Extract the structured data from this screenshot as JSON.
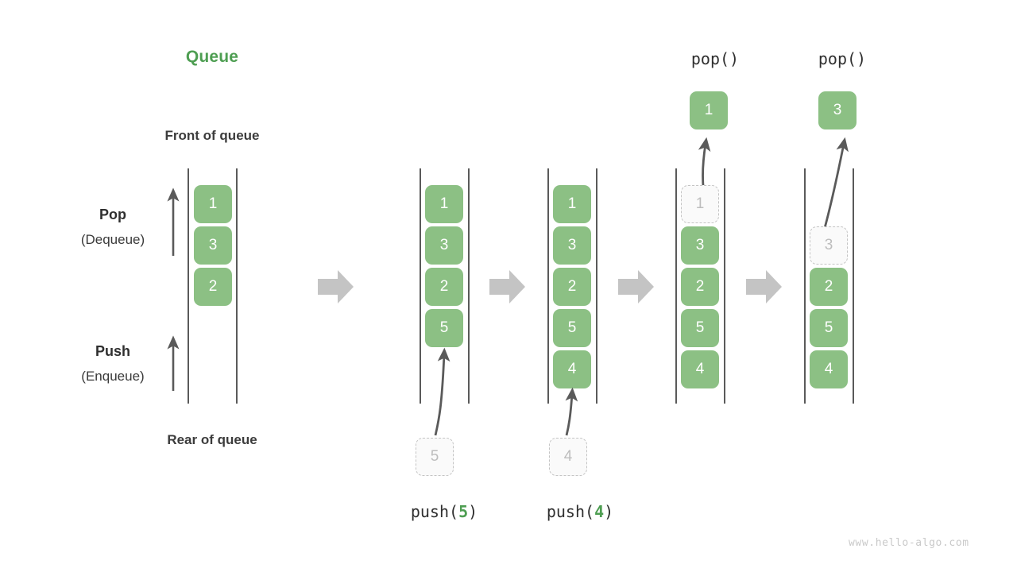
{
  "diagram": {
    "title": "Queue",
    "front_label": "Front of queue",
    "rear_label": "Rear of queue",
    "watermark": "www.hello-algo.com",
    "accent_green": "#8cc084",
    "title_green": "#4e9e52",
    "ghost_gray": "#bdbdbd",
    "arrow_gray": "#c4c4c4"
  },
  "side_labels": {
    "pop": {
      "strong": "Pop",
      "weak": "(Dequeue)"
    },
    "push": {
      "strong": "Push",
      "weak": "(Enqueue)"
    }
  },
  "stages": [
    {
      "id": "initial",
      "caption": "",
      "top_label": "",
      "cells": [
        {
          "value": "1",
          "state": "filled"
        },
        {
          "value": "3",
          "state": "filled"
        },
        {
          "value": "2",
          "state": "filled"
        }
      ],
      "incoming": null,
      "popped": null
    },
    {
      "id": "push-5",
      "caption": "push(5)",
      "caption_fn": "push",
      "caption_arg": "5",
      "top_label": "",
      "cells": [
        {
          "value": "1",
          "state": "filled"
        },
        {
          "value": "3",
          "state": "filled"
        },
        {
          "value": "2",
          "state": "filled"
        },
        {
          "value": "5",
          "state": "filled"
        }
      ],
      "incoming": {
        "value": "5",
        "state": "ghost"
      },
      "popped": null
    },
    {
      "id": "push-4",
      "caption": "push(4)",
      "caption_fn": "push",
      "caption_arg": "4",
      "top_label": "",
      "cells": [
        {
          "value": "1",
          "state": "filled"
        },
        {
          "value": "3",
          "state": "filled"
        },
        {
          "value": "2",
          "state": "filled"
        },
        {
          "value": "5",
          "state": "filled"
        },
        {
          "value": "4",
          "state": "filled"
        }
      ],
      "incoming": {
        "value": "4",
        "state": "ghost"
      },
      "popped": null
    },
    {
      "id": "pop-1",
      "caption": "",
      "top_label": "pop()",
      "cells": [
        {
          "value": "1",
          "state": "ghost"
        },
        {
          "value": "3",
          "state": "filled"
        },
        {
          "value": "2",
          "state": "filled"
        },
        {
          "value": "5",
          "state": "filled"
        },
        {
          "value": "4",
          "state": "filled"
        }
      ],
      "incoming": null,
      "popped": {
        "value": "1",
        "state": "filled"
      }
    },
    {
      "id": "pop-3",
      "caption": "",
      "top_label": "pop()",
      "cells": [
        {
          "value": "",
          "state": "empty"
        },
        {
          "value": "3",
          "state": "ghost"
        },
        {
          "value": "2",
          "state": "filled"
        },
        {
          "value": "5",
          "state": "filled"
        },
        {
          "value": "4",
          "state": "filled"
        }
      ],
      "incoming": null,
      "popped": {
        "value": "3",
        "state": "filled"
      }
    }
  ],
  "flow_arrows": [
    {
      "name": "flow-arrow-1"
    },
    {
      "name": "flow-arrow-2"
    },
    {
      "name": "flow-arrow-3"
    },
    {
      "name": "flow-arrow-4"
    }
  ]
}
